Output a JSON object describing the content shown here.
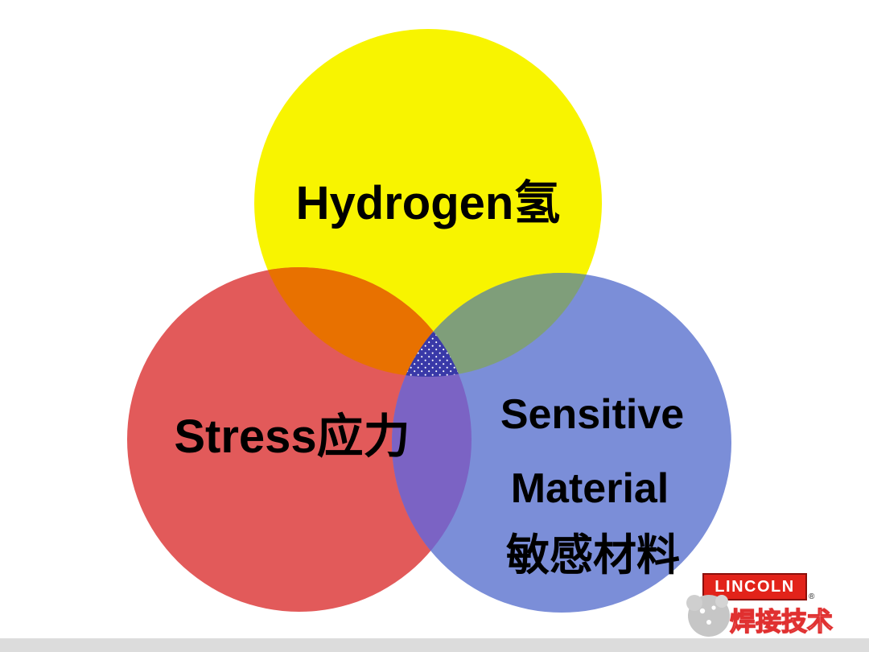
{
  "page": {
    "background": "#FFFFFF"
  },
  "diagram": {
    "type": "venn",
    "text_color": "#000000",
    "circles": {
      "hydrogen": {
        "label": "Hydrogen氢",
        "color": "#F8F400"
      },
      "stress": {
        "label": "Stress应力",
        "color": "#E25A5A"
      },
      "material": {
        "label_line1": "Sensitive",
        "label_line2": "Material",
        "label_line3": "敏感材料",
        "color": "#7B8ED8"
      }
    },
    "overlaps": {
      "hydrogen_stress": "#E87100",
      "hydrogen_material": "#7F9E7A",
      "stress_material": "#7B63C4",
      "center": "#3939A8",
      "center_dots": "#FFFFFF"
    }
  },
  "footer": {
    "lincoln": {
      "text": "LINCOLN",
      "registered": "®",
      "bg": "#E2231A",
      "fg": "#FFFFFF"
    },
    "watermark": {
      "text": "焊接技术",
      "fg": "#FFFFFF",
      "outline": "#E03030",
      "blob_color": "#C6C6C6"
    },
    "bottom_bar_color": "#DCDCDC"
  }
}
